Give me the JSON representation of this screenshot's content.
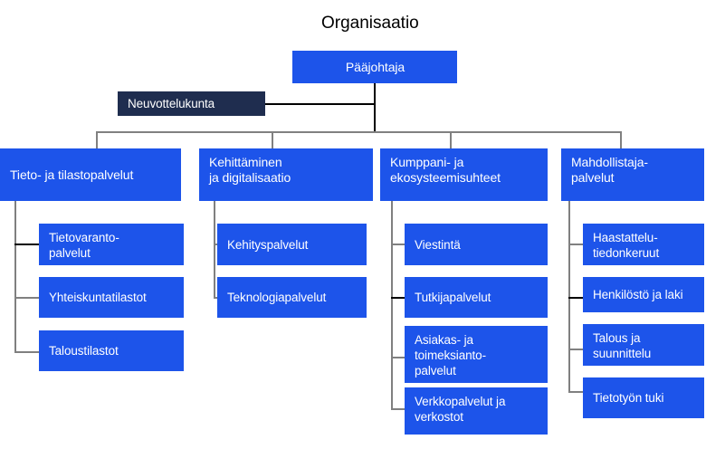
{
  "title": "Organisaatio",
  "colors": {
    "box_blue": "#1d54ea",
    "box_navy": "#1f2d4f",
    "text_on_box": "#ffffff",
    "title_text": "#000000",
    "connector_gray": "#808080",
    "connector_dark": "#000000",
    "background": "#ffffff"
  },
  "root": {
    "label": "Pääjohtaja"
  },
  "advisory": {
    "label": "Neuvottelukunta"
  },
  "departments": [
    {
      "label": "Tieto- ja tilastopalvelut",
      "children": [
        {
          "label": "Tietovaranto-\npalvelut"
        },
        {
          "label": "Yhteiskuntatilastot"
        },
        {
          "label": "Taloustilastot"
        }
      ]
    },
    {
      "label": "Kehittäminen\nja digitalisaatio",
      "children": [
        {
          "label": "Kehityspalvelut"
        },
        {
          "label": "Teknologiapalvelut"
        }
      ]
    },
    {
      "label": "Kumppani- ja\nekosysteemisuhteet",
      "children": [
        {
          "label": "Viestintä"
        },
        {
          "label": "Tutkijapalvelut"
        },
        {
          "label": "Asiakas- ja\ntoimeksianto-\npalvelut"
        },
        {
          "label": "Verkkopalvelut ja\nverkostot"
        }
      ]
    },
    {
      "label": "Mahdollistaja-\npalvelut",
      "children": [
        {
          "label": "Haastattelu-\ntiedonkeruut"
        },
        {
          "label": "Henkilöstö ja laki"
        },
        {
          "label": "Talous ja\nsuunnittelu"
        },
        {
          "label": "Tietotyön tuki"
        }
      ]
    }
  ]
}
